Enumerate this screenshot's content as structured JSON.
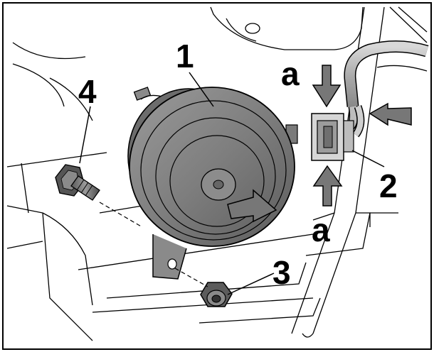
{
  "callouts": {
    "horn": "1",
    "connector": "2",
    "nut": "3",
    "bolt": "4",
    "arrow_top": "a",
    "arrow_bottom": "a"
  }
}
